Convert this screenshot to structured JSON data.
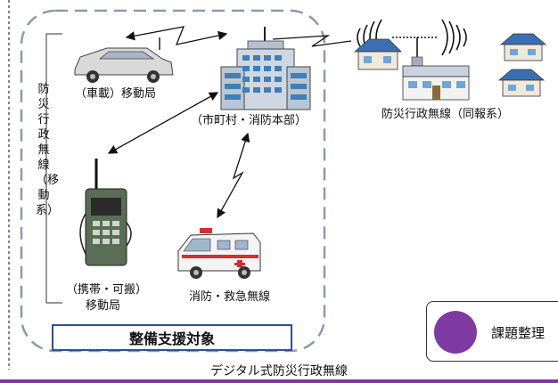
{
  "labels": {
    "vehicle_station": "（車載）移動局",
    "hq": "（市町村・消防本部）",
    "broadcast_system": "防災行政無線（同報系）",
    "mobile_system_vertical": "防災行政無線（移動系）",
    "portable_line1": "（携帯・可搬）",
    "portable_line2": "移動局",
    "fire_rescue": "消防・救急無線",
    "support_target": "整備支援対象",
    "caption": "デジタル式防災行政無線"
  },
  "tag": {
    "label": "課題整理",
    "dot_color": "#7e3aa2"
  },
  "colors": {
    "dashed_border": "#8a9baa",
    "support_border": "#2f4f8f",
    "bottom_rule": "#7a3b9b"
  },
  "icons": [
    "car-icon",
    "hq-building-icon",
    "radio-waves-icon",
    "house-icon",
    "school-building-icon",
    "handheld-radio-icon",
    "ambulance-icon"
  ]
}
